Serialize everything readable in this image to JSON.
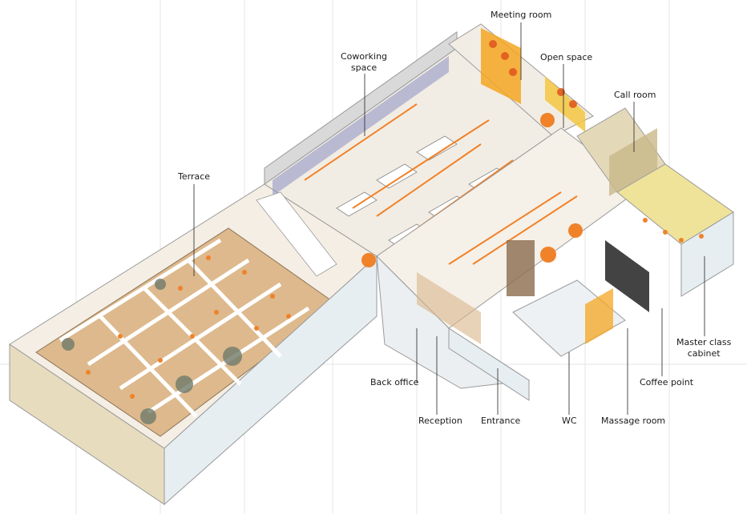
{
  "labels": {
    "meeting_room": "Meeting room",
    "coworking_line1": "Coworking",
    "coworking_line2": "space",
    "open_space": "Open space",
    "call_room": "Call room",
    "terrace": "Terrace",
    "master_class_line1": "Master class",
    "master_class_line2": "cabinet",
    "coffee_point": "Coffee point",
    "back_office": "Back office",
    "reception": "Reception",
    "entrance": "Entrance",
    "wc": "WC",
    "massage_room": "Massage room"
  },
  "colors": {
    "accent_orange": "#f0822a",
    "wood": "#d9b68a",
    "wall": "#cfcfcf",
    "glass": "#e6eef2",
    "purple_wall": "#8a8fc2",
    "yellow_wall": "#efe39a",
    "floor_light": "#f2ede4"
  }
}
